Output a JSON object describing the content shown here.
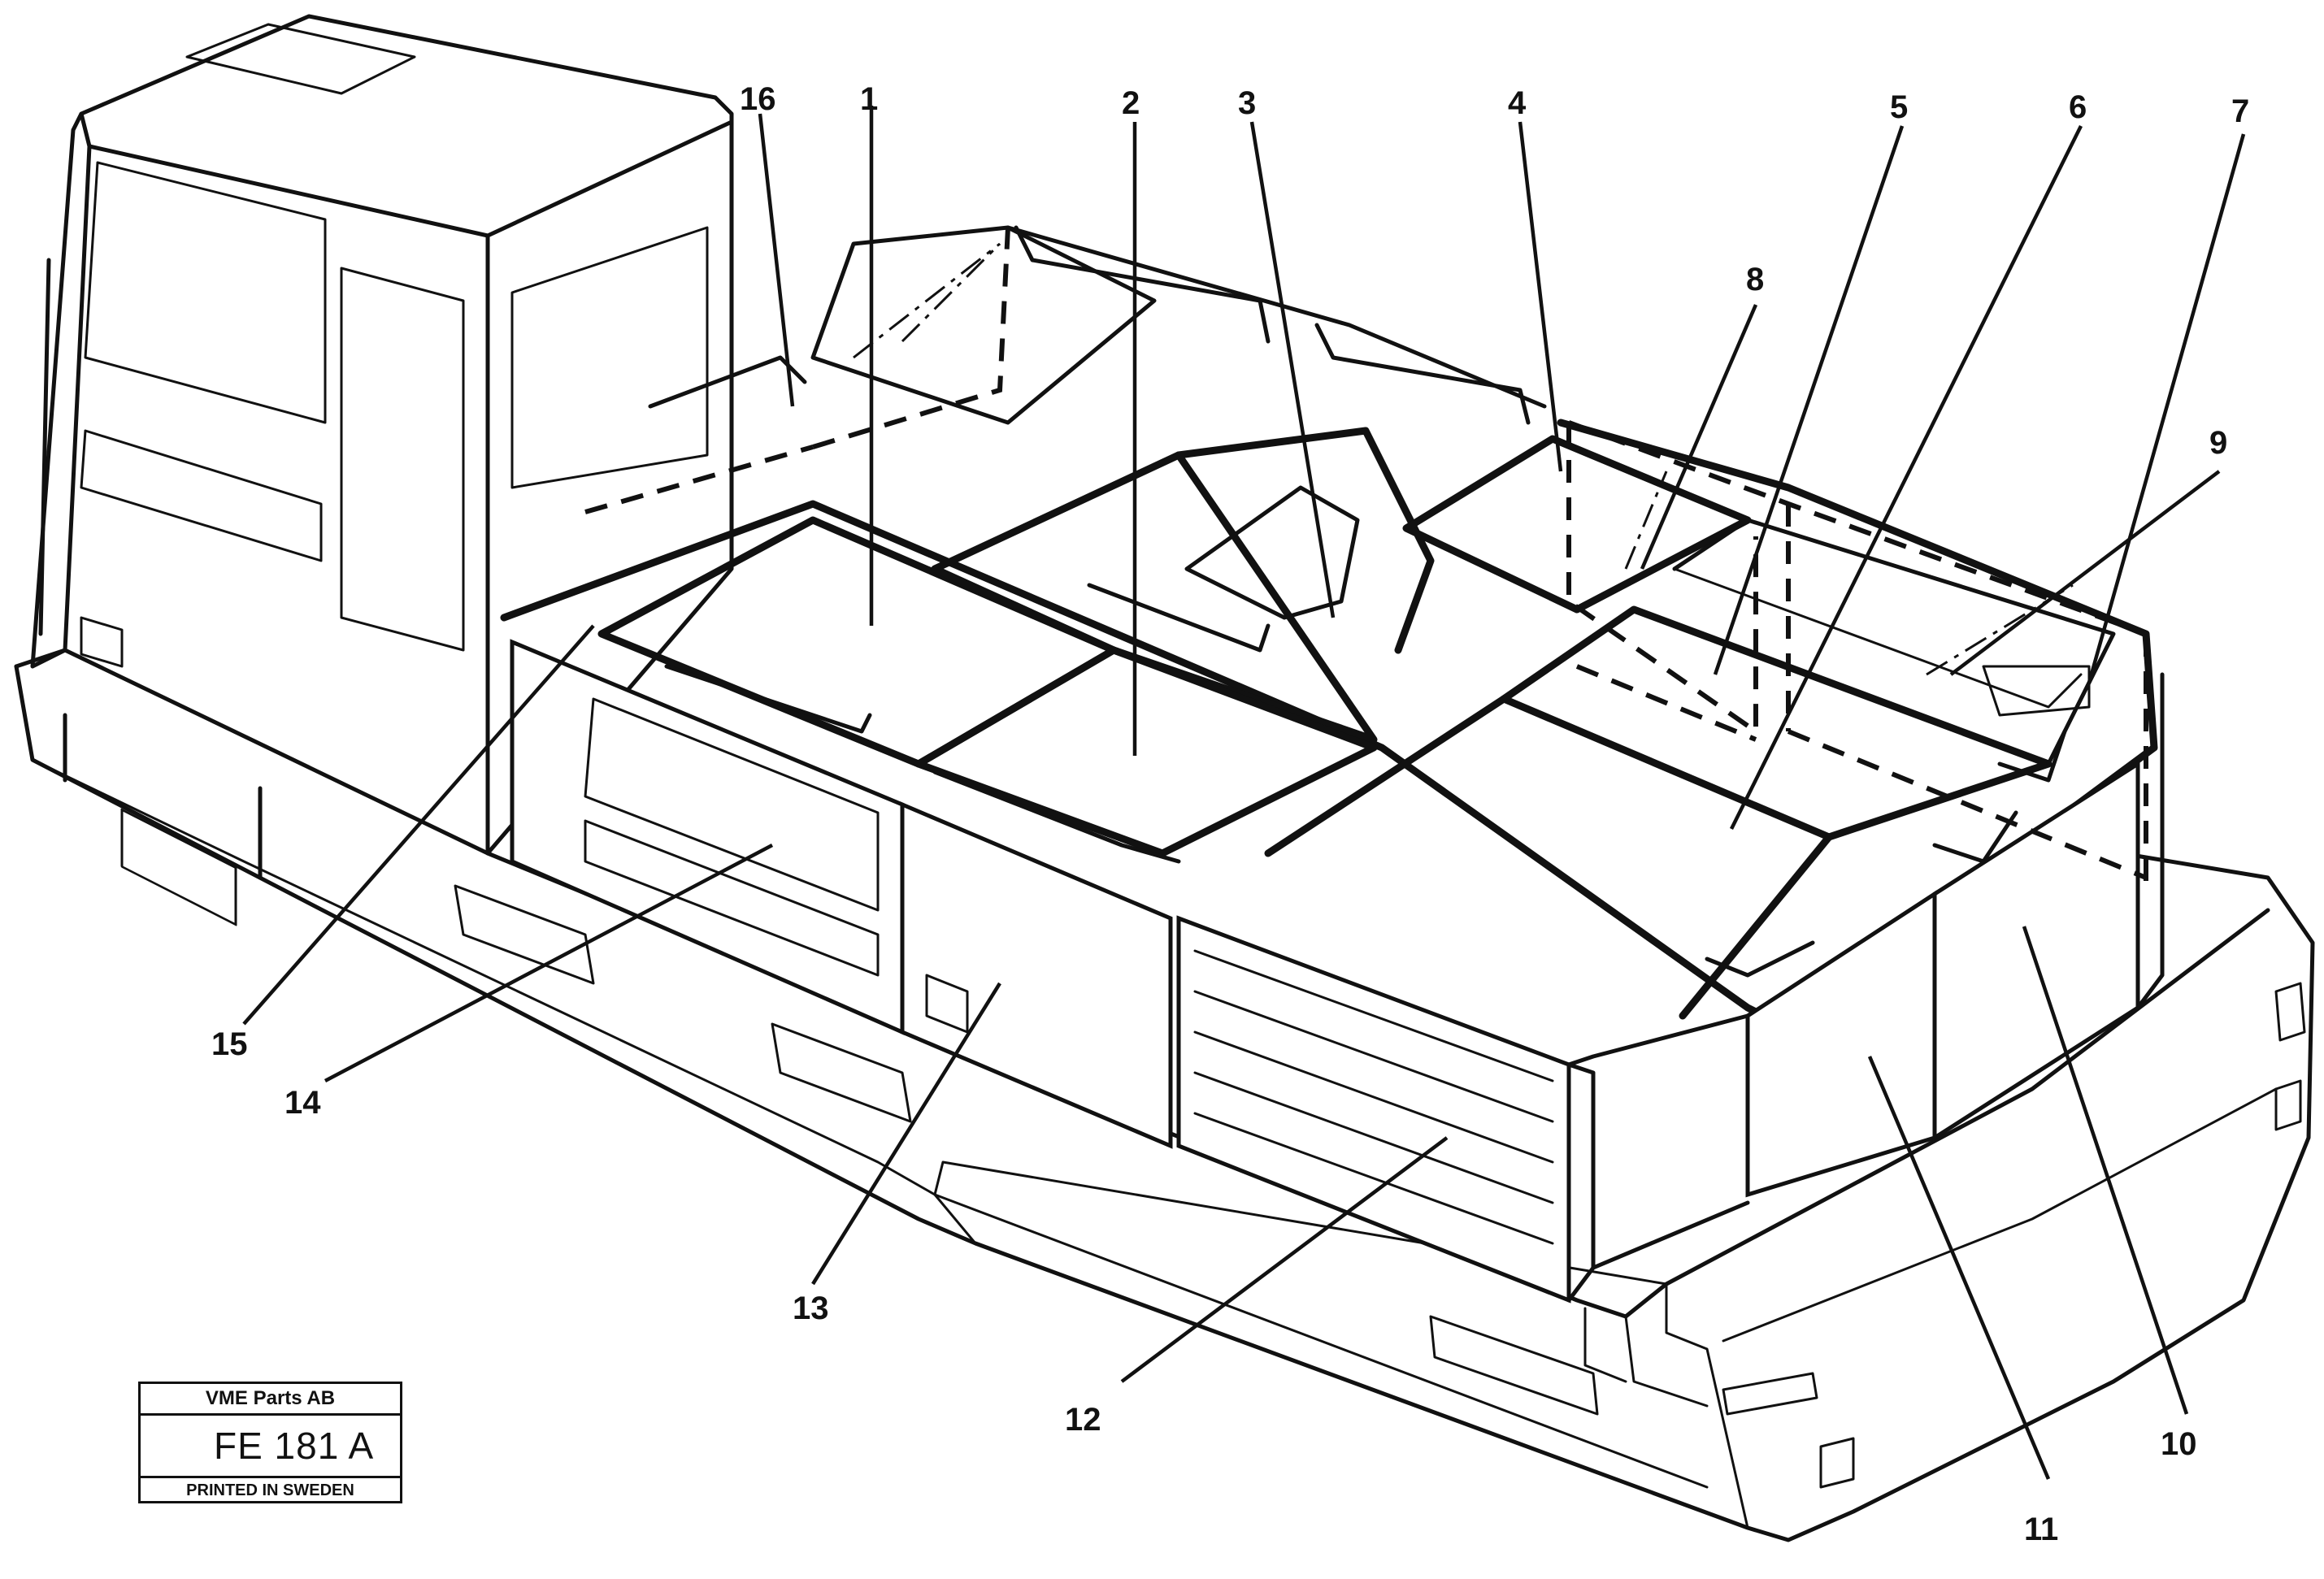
{
  "diagram": {
    "callouts": [
      "1",
      "2",
      "3",
      "4",
      "5",
      "6",
      "7",
      "8",
      "9",
      "10",
      "11",
      "12",
      "13",
      "14",
      "15",
      "16"
    ]
  },
  "stamp": {
    "company": "VME Parts AB",
    "drawing_no": "FE 181 A",
    "printed": "PRINTED IN SWEDEN"
  }
}
